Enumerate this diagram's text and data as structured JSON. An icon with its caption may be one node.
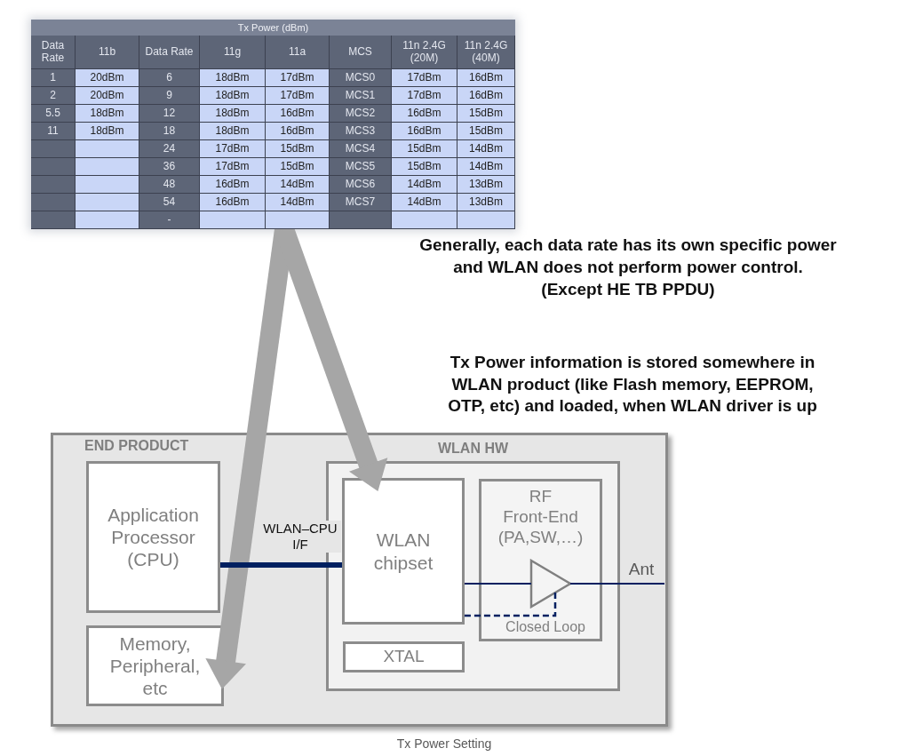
{
  "diagram": {
    "caption": "Tx Power Setting",
    "nodes": [
      {
        "text": [
          "Tx Power (dBm)"
        ]
      },
      {
        "text": [
          "END PRODUCT"
        ]
      },
      {
        "text": [
          "Application Processor (CPU)"
        ],
        "in": 1
      },
      {
        "text": [
          "Memory, Peripheral, etc"
        ],
        "in": 1
      },
      {
        "text": [
          "WLAN HW"
        ],
        "in": 1
      },
      {
        "text": [
          "WLAN chipset"
        ],
        "in": 4
      },
      {
        "text": [
          "RF Front-End (PA,SW,…)"
        ],
        "in": 4
      },
      {
        "text": [],
        "shape": "triangle",
        "in": 6
      },
      {
        "text": [
          "XTAL"
        ],
        "in": 4
      }
    ],
    "edges": [
      {
        "from": 0,
        "to": 3,
        "arrow": "to",
        "style": "thick",
        "color": "#a6a6a6"
      },
      {
        "from": 0,
        "to": 5,
        "arrow": "to",
        "style": "thick",
        "color": "#a6a6a6"
      },
      {
        "from": 2,
        "to": 5,
        "arrow": "none",
        "style": "thick",
        "label": "WLAN–CPU I/F"
      },
      {
        "from": 5,
        "to": 7,
        "arrow": "none"
      },
      {
        "from": 7,
        "to": null,
        "arrow": "none",
        "label": "Ant"
      },
      {
        "from": 7,
        "to": 5,
        "arrow": "none",
        "style": "dashed",
        "label": "Closed Loop"
      }
    ],
    "labels": [
      "Data Rate",
      "11b",
      "Data Rate",
      "11g",
      "11a",
      "MCS",
      "11n 2.4G (20M)",
      "11n 2.4G (40M)",
      "1",
      "20dBm",
      "6",
      "18dBm",
      "17dBm",
      "MCS0",
      "17dBm",
      "16dBm",
      "2",
      "20dBm",
      "9",
      "18dBm",
      "17dBm",
      "MCS1",
      "17dBm",
      "16dBm",
      "5.5",
      "18dBm",
      "12",
      "18dBm",
      "16dBm",
      "MCS2",
      "16dBm",
      "15dBm",
      "11",
      "18dBm",
      "18",
      "18dBm",
      "16dBm",
      "MCS3",
      "16dBm",
      "15dBm",
      "24",
      "17dBm",
      "15dBm",
      "MCS4",
      "15dBm",
      "14dBm",
      "36",
      "17dBm",
      "15dBm",
      "MCS5",
      "15dBm",
      "14dBm",
      "48",
      "16dBm",
      "14dBm",
      "MCS6",
      "14dBm",
      "13dBm",
      "54",
      "16dBm",
      "14dBm",
      "MCS7",
      "14dBm",
      "13dBm",
      "-",
      "Generally, each data rate has its own specific power and WLAN does not perform power control.",
      "(Except HE TB PPDU)",
      "Tx Power information is stored somewhere in WLAN product (like Flash memory, EEPROM, OTP, etc) and loaded, when WLAN driver is up"
    ]
  }
}
